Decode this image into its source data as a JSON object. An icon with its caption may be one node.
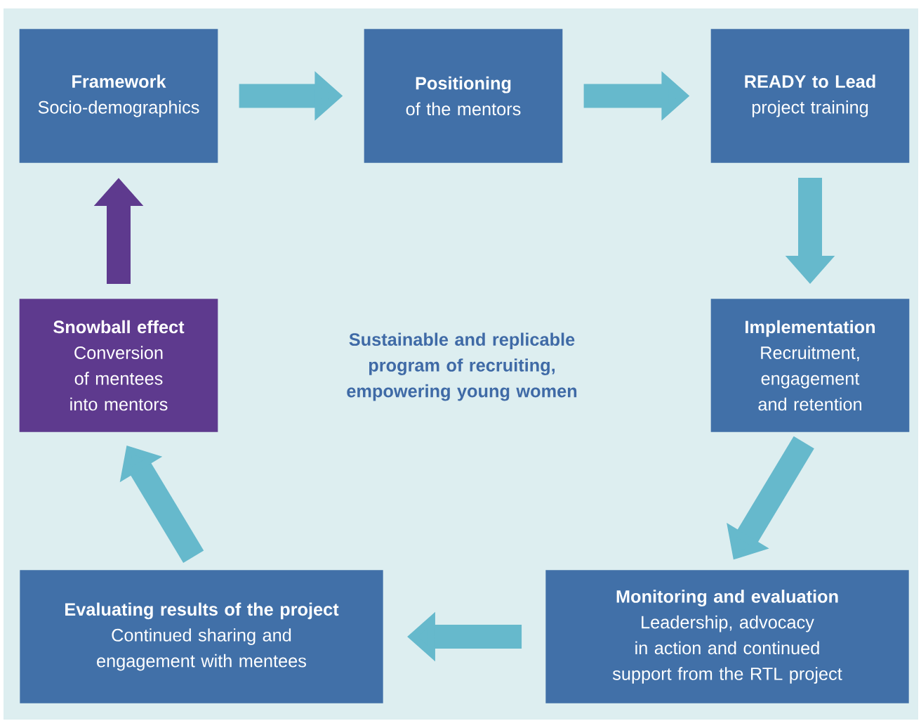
{
  "diagram": {
    "nodes": [
      {
        "text": [
          "Framework",
          "Socio-demographics"
        ]
      },
      {
        "text": [
          "Positioning",
          "of the mentors"
        ]
      },
      {
        "text": [
          "READY to Lead",
          "project training"
        ]
      },
      {
        "text": [
          "Implementation",
          "Recruitment, engagement and retention"
        ]
      },
      {
        "text": [
          "Monitoring and evaluation",
          "Leadership, advocacy in action and continued support from the RTL project"
        ]
      },
      {
        "text": [
          "Evaluating results of the project",
          "Continued sharing and engagement with mentees"
        ]
      },
      {
        "text": [
          "Snowball effect",
          "Conversion of mentees into mentors"
        ]
      }
    ],
    "edges": [
      {
        "from": 0,
        "to": 1,
        "arrow": "to"
      },
      {
        "from": 1,
        "to": 2,
        "arrow": "to"
      },
      {
        "from": 2,
        "to": 3,
        "arrow": "to"
      },
      {
        "from": 3,
        "to": 4,
        "arrow": "to"
      },
      {
        "from": 4,
        "to": 5,
        "arrow": "to"
      },
      {
        "from": 5,
        "to": 6,
        "arrow": "to"
      },
      {
        "from": 6,
        "to": 0,
        "arrow": "to",
        "color": "#5e3a8e"
      }
    ],
    "labels": [
      "Sustainable and replicable program of recruiting, empowering young women"
    ]
  }
}
